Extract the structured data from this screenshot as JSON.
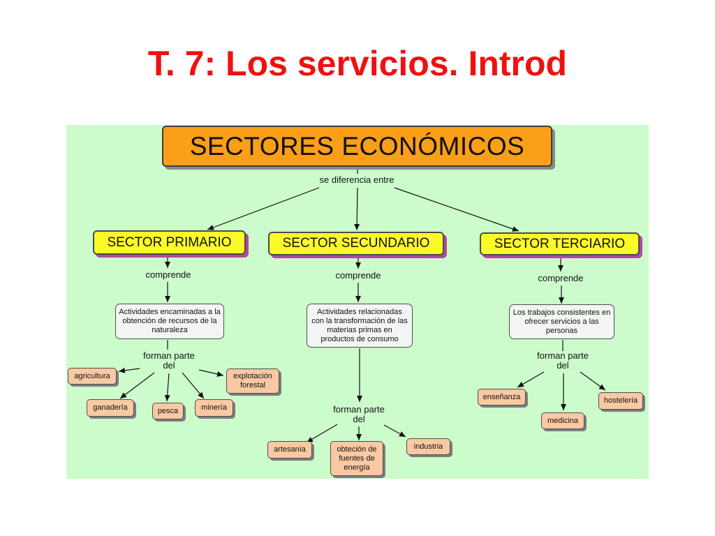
{
  "slide": {
    "title": "T. 7: Los servicios.  Introd"
  },
  "map": {
    "root": "SECTORES ECONÓMICOS",
    "root_link": "se diferencia entre",
    "primario": {
      "title": "SECTOR PRIMARIO",
      "link1": "comprende",
      "desc": "Actividades encaminadas a la obtención de recursos de la naturaleza",
      "link2": "forman parte\ndel",
      "items": [
        "agricultura",
        "explotación forestal",
        "ganadería",
        "pesca",
        "minería"
      ]
    },
    "secundario": {
      "title": "SECTOR SECUNDARIO",
      "link1": "comprende",
      "desc": "Actividades relacionadas con la transformación de las materias primas en productos de consumo",
      "link2": "forman parte\ndel",
      "items": [
        "artesanía",
        "obteción de fuentes de energía",
        "industria"
      ]
    },
    "terciario": {
      "title": "SECTOR TERCIARIO",
      "link1": "comprende",
      "desc": "Los trabajos consistentes en ofrecer servicios a las personas",
      "link2": "forman parte\ndel",
      "items": [
        "enseñanza",
        "medicina",
        "hostelería"
      ]
    }
  },
  "colors": {
    "title": "#ee1111",
    "canvas": "#ccfccc",
    "root_fill": "#fb9f19",
    "sector_fill": "#fbf928",
    "leaf_fill": "#f8c9a3"
  }
}
